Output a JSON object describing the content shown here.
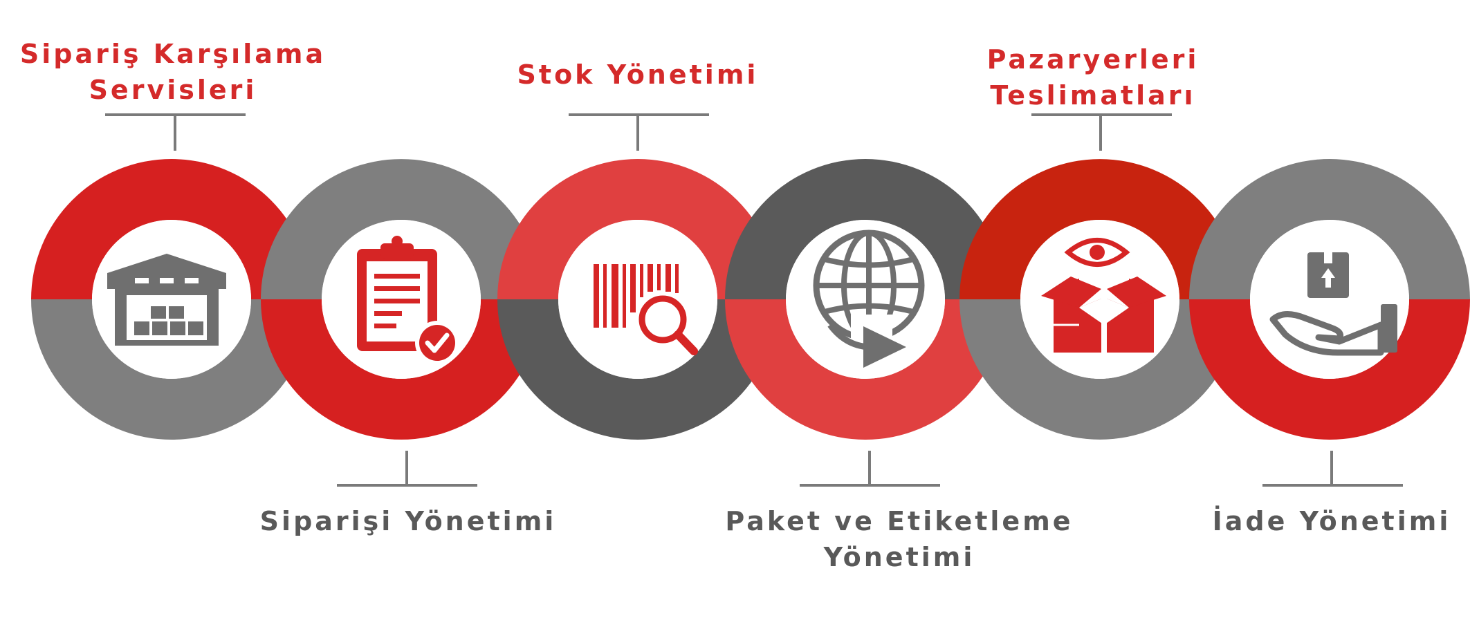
{
  "colors": {
    "red": "#d62020",
    "red_light": "#e04040",
    "grey": "#7f7f7f",
    "grey_dark": "#5a5a5a",
    "label_red": "#d42a2a",
    "label_grey": "#595959",
    "icon_grey": "#6f6f6f",
    "icon_red": "#d62525"
  },
  "steps": [
    {
      "title_lines": [
        "Sipariş Karşılama",
        "Servisleri"
      ],
      "label_position": "top",
      "label_color": "red",
      "icon": "warehouse-icon"
    },
    {
      "title_lines": [
        "Siparişi Yönetimi"
      ],
      "label_position": "bottom",
      "label_color": "grey",
      "icon": "clipboard-check-icon"
    },
    {
      "title_lines": [
        "Stok Yönetimi"
      ],
      "label_position": "top",
      "label_color": "red",
      "icon": "barcode-search-icon"
    },
    {
      "title_lines": [
        "Paket ve Etiketleme",
        "Yönetimi"
      ],
      "label_position": "bottom",
      "label_color": "grey",
      "icon": "globe-arrow-icon"
    },
    {
      "title_lines": [
        "Pazaryerleri",
        "Teslimatları"
      ],
      "label_position": "top",
      "label_color": "red",
      "icon": "box-eye-icon"
    },
    {
      "title_lines": [
        "İade Yönetimi"
      ],
      "label_position": "bottom",
      "label_color": "grey",
      "icon": "hand-box-icon"
    }
  ]
}
